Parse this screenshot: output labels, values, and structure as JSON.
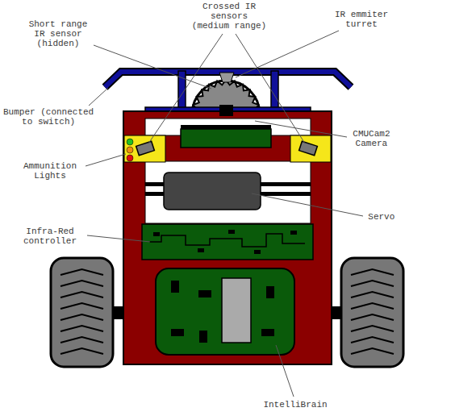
{
  "diagram": {
    "labels": [
      "Crossed IR sensors (medium range)",
      "Short range IR sensor (hidden)",
      "IR emmiter turret",
      "Bumper (connected to switch)",
      "CMUCam2 Camera",
      "Ammunition Lights",
      "Servo",
      "Infra-Red controller",
      "IntelliBrain"
    ]
  }
}
